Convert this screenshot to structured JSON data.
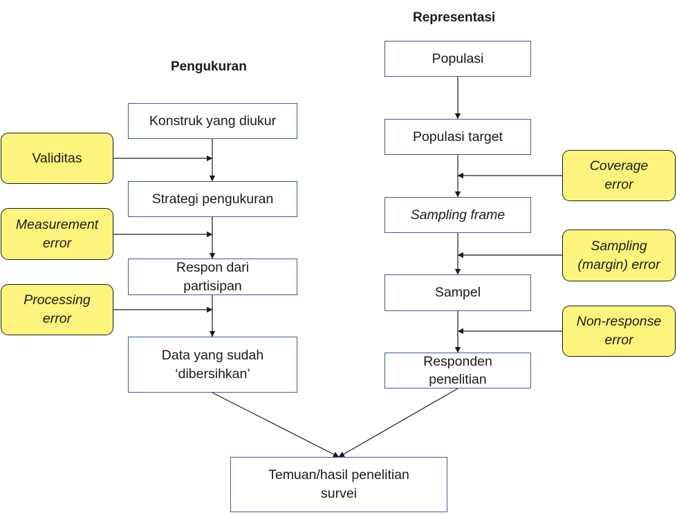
{
  "headings": {
    "left": "Pengukuran",
    "right": "Representasi"
  },
  "measurement": {
    "construct": "Konstruk yang diukur",
    "strategy": "Strategi pengukuran",
    "response": [
      "Respon dari",
      "partisipan"
    ],
    "cleaned": [
      "Data yang sudah",
      "‘dibersihkan’"
    ]
  },
  "representation": {
    "population": "Populasi",
    "target": "Populasi target",
    "frame": "Sampling frame",
    "sample": "Sampel",
    "respondents": [
      "Responden",
      "penelitian"
    ]
  },
  "errors_left": {
    "validity": "Validitas",
    "measurement": [
      "Measurement",
      "error"
    ],
    "processing": [
      "Processing",
      "error"
    ]
  },
  "errors_right": {
    "coverage": [
      "Coverage",
      "error"
    ],
    "sampling": [
      "Sampling",
      "(margin) error"
    ],
    "nonresponse": [
      "Non-response",
      "error"
    ]
  },
  "result": [
    "Temuan/hasil penelitian",
    "survei"
  ],
  "colors": {
    "box_border": "#3b5b91",
    "error_fill": "#fdf47d",
    "arrow": "#1a1a1a"
  }
}
